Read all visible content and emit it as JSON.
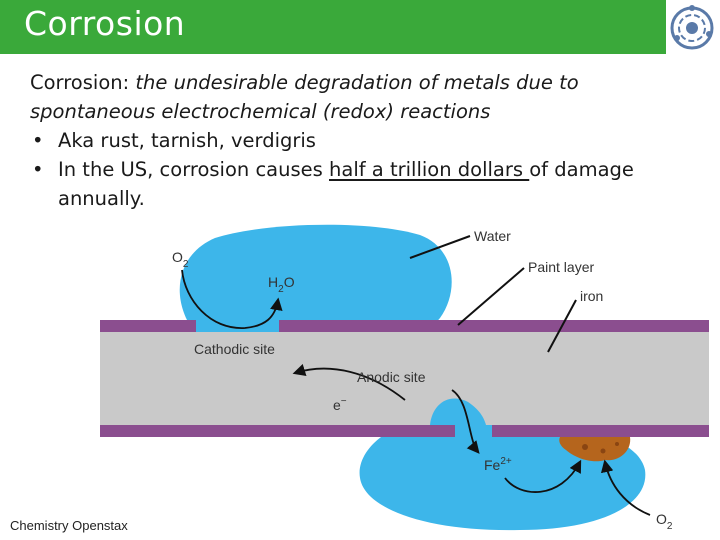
{
  "header": {
    "title": "Corrosion",
    "accent_color": "#3aa93a",
    "logo_icon": "atom-icon"
  },
  "content": {
    "definition_term": "Corrosion:",
    "definition_text": " the undesirable degradation of metals due to spontaneous electrochemical (redox) reactions",
    "bullets": [
      {
        "before": "Aka rust, tarnish, verdigris",
        "underlined": "",
        "after": ""
      },
      {
        "before": "In the US, corrosion causes ",
        "underlined": "half a trillion dollars ",
        "after": "of damage annually."
      }
    ]
  },
  "diagram": {
    "labels": {
      "water": "Water",
      "paint_layer": "Paint layer",
      "iron": "iron",
      "o2_top": "O",
      "o2_top_sub": "2",
      "h2o": "H",
      "h2o_sub": "2",
      "h2o_tail": "O",
      "cathodic_site": "Cathodic site",
      "anodic_site": "Anodic site",
      "electron": "e",
      "electron_sup": "−",
      "fe": "Fe",
      "fe_sup": "2+",
      "o2_bottom": "O",
      "o2_bottom_sub": "2"
    },
    "colors": {
      "water": "#3db6ea",
      "paint": "#8b4e8f",
      "iron": "#c9c9c9",
      "rust": "#b5651d"
    }
  },
  "credit": "Chemistry Openstax"
}
